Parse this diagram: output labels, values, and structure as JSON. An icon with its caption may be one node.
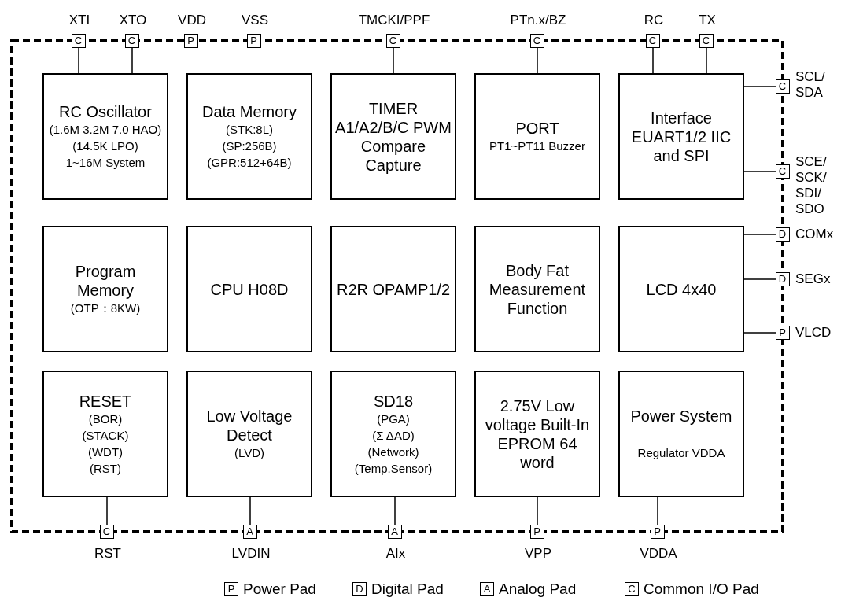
{
  "diagram": {
    "nodes": [
      {
        "text": [
          "C"
        ],
        "beside": [
          "XTI"
        ]
      },
      {
        "text": [
          "C"
        ],
        "beside": [
          "XTO"
        ]
      },
      {
        "text": [
          "P"
        ],
        "beside": [
          "VDD"
        ]
      },
      {
        "text": [
          "P"
        ],
        "beside": [
          "VSS"
        ]
      },
      {
        "text": [
          "C"
        ],
        "beside": [
          "TMCKI/PPF"
        ]
      },
      {
        "text": [
          "C"
        ],
        "beside": [
          "PTn.x/BZ"
        ]
      },
      {
        "text": [
          "C"
        ],
        "beside": [
          "RC"
        ]
      },
      {
        "text": [
          "C"
        ],
        "beside": [
          "TX"
        ]
      },
      {
        "text": [
          "RC Oscillator",
          "(1.6M 3.2M 7.0 HAO)",
          "(14.5K LPO)",
          "1~16M System"
        ]
      },
      {
        "text": [
          "Data Memory",
          "(STK:8L)",
          "(SP:256B)",
          "(GPR:512+64B)"
        ]
      },
      {
        "text": [
          "TIMER A1/A2/B/C PWM Compare Capture"
        ]
      },
      {
        "text": [
          "PORT",
          "PT1~PT11 Buzzer"
        ]
      },
      {
        "text": [
          "Interface EUART1/2 IIC and SPI"
        ]
      },
      {
        "text": [
          "Program Memory",
          "(OTP：8KW)"
        ]
      },
      {
        "text": [
          "CPU H08D"
        ]
      },
      {
        "text": [
          "R2R OPAMP1/2"
        ]
      },
      {
        "text": [
          "Body Fat Measurement Function"
        ]
      },
      {
        "text": [
          "LCD 4x40"
        ]
      },
      {
        "text": [
          "RESET",
          "(BOR)",
          "(STACK)",
          "(WDT)",
          "(RST)"
        ]
      },
      {
        "text": [
          "Low Voltage Detect",
          "(LVD)"
        ]
      },
      {
        "text": [
          "SD18",
          "(PGA)",
          "(Σ ΔAD)",
          "(Network)",
          "(Temp.Sensor)"
        ]
      },
      {
        "text": [
          "2.75V Low voltage Built-In EPROM 64 word"
        ]
      },
      {
        "text": [
          "Power System",
          "Regulator VDDA"
        ]
      },
      {
        "text": [
          "C"
        ],
        "beside": [
          "SCL/ SDA"
        ]
      },
      {
        "text": [
          "C"
        ],
        "beside": [
          "SCE/ SCK/ SDI/ SDO"
        ]
      },
      {
        "text": [
          "D"
        ],
        "beside": [
          "COMx"
        ]
      },
      {
        "text": [
          "D"
        ],
        "beside": [
          "SEGx"
        ]
      },
      {
        "text": [
          "P"
        ],
        "beside": [
          "VLCD"
        ]
      },
      {
        "text": [
          "C"
        ],
        "beside": [
          "RST"
        ]
      },
      {
        "text": [
          "A"
        ],
        "beside": [
          "LVDIN"
        ]
      },
      {
        "text": [
          "A"
        ],
        "beside": [
          "AIx"
        ]
      },
      {
        "text": [
          "P"
        ],
        "beside": [
          "VPP"
        ]
      },
      {
        "text": [
          "P"
        ],
        "beside": [
          "VDDA"
        ]
      }
    ],
    "edges": [
      {
        "from": 8,
        "to": 0,
        "arrow": "none"
      },
      {
        "from": 8,
        "to": 1,
        "arrow": "none"
      },
      {
        "from": 10,
        "to": 4,
        "arrow": "none"
      },
      {
        "from": 11,
        "to": 5,
        "arrow": "none"
      },
      {
        "from": 12,
        "to": 6,
        "arrow": "none"
      },
      {
        "from": 12,
        "to": 7,
        "arrow": "none"
      },
      {
        "from": 12,
        "to": 23,
        "arrow": "none"
      },
      {
        "from": 12,
        "to": 24,
        "arrow": "none"
      },
      {
        "from": 17,
        "to": 25,
        "arrow": "none"
      },
      {
        "from": 17,
        "to": 26,
        "arrow": "none"
      },
      {
        "from": 17,
        "to": 27,
        "arrow": "none"
      },
      {
        "from": 18,
        "to": 28,
        "arrow": "none"
      },
      {
        "from": 19,
        "to": 29,
        "arrow": "none"
      },
      {
        "from": 20,
        "to": 30,
        "arrow": "none"
      },
      {
        "from": 21,
        "to": 31,
        "arrow": "none"
      },
      {
        "from": 22,
        "to": 32,
        "arrow": "none"
      }
    ],
    "labels": [
      "P",
      "D",
      "A",
      "C"
    ],
    "legend": [
      {
        "text": "Power Pad"
      },
      {
        "text": "Digital Pad"
      },
      {
        "text": "Analog Pad"
      },
      {
        "text": "Common I/O Pad"
      }
    ]
  }
}
